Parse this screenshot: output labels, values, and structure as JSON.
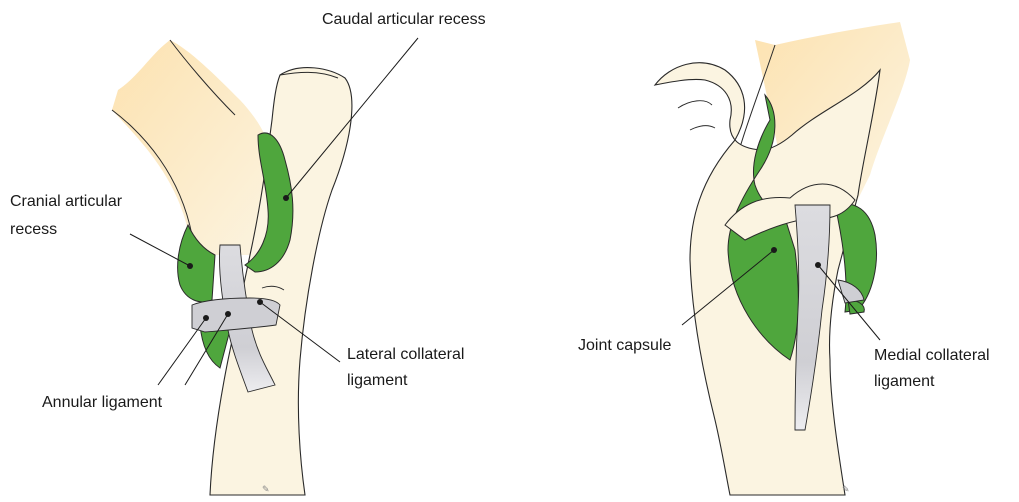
{
  "labels": {
    "caudal_articular_recess": "Caudal articular recess",
    "cranial_articular_recess_line1": "Cranial articular",
    "cranial_articular_recess_line2": "recess",
    "lateral_collateral_ligament_line1": "Lateral collateral",
    "lateral_collateral_ligament_line2": "ligament",
    "annular_ligament": "Annular ligament",
    "joint_capsule": "Joint capsule",
    "medial_collateral_ligament_line1": "Medial collateral",
    "medial_collateral_ligament_line2": "ligament"
  },
  "colors": {
    "bone": "#fbf4e1",
    "bone_warm": "#fde9c2",
    "capsule_green": "#4fa63d",
    "ligament_grey": "#cfcfd4",
    "outline": "#2a2a2a",
    "text": "#1a1a1a"
  }
}
